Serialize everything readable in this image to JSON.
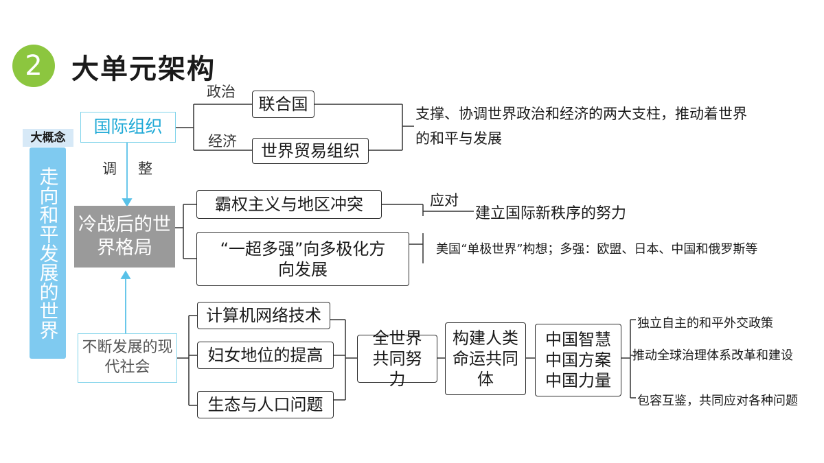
{
  "header": {
    "number": "2",
    "title": "大单元架构"
  },
  "concept": {
    "head": "大概念",
    "body": "走向和平发展的世界"
  },
  "left": {
    "intl_org": "国际组织",
    "adjust": [
      "调",
      "整"
    ],
    "post_cold_war": "冷战后的世界格局",
    "modern_society": "不断发展的现代社会"
  },
  "intl_org": {
    "politics_label": "政治",
    "un": "联合国",
    "economy_label": "经济",
    "wto": "世界贸易组织",
    "note": "支撑、协调世界政治和经济的两大支柱，推动着世界的和平与发展"
  },
  "pattern": {
    "hegemony": "霸权主义与地区冲突",
    "response_label": "应对",
    "new_order": "建立国际新秩序的努力",
    "multipolar": "“一超多强”向多极化方向发展",
    "multipolar_note": "美国“单极世界”构想；多强：欧盟、日本、中国和俄罗斯等"
  },
  "society": {
    "items": [
      "计算机网络技术",
      "妇女地位的提高",
      "生态与人口问题"
    ],
    "joint_effort": "全世界共同努力",
    "community": "构建人类命运共同体",
    "china": [
      "中国智慧",
      "中国方案",
      "中国力量"
    ],
    "notes": [
      "独立自主的和平外交政策",
      "推动全球治理体系改革和建设",
      "包容互鉴，共同应对各种问题"
    ]
  },
  "colors": {
    "accent_green": "#8cc63f",
    "concept_blue": "#7fcaf0",
    "org_blue": "#1fa9d6",
    "pattern_gray": "#9a9a9a"
  }
}
